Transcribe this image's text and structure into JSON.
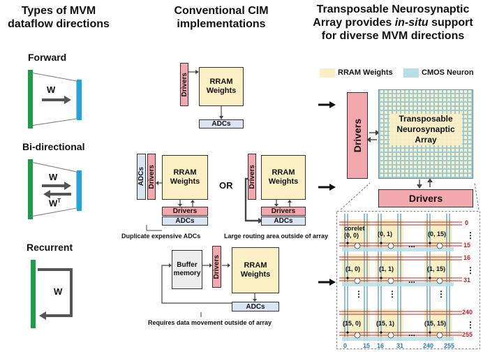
{
  "headers": {
    "col1": [
      "Types of MVM",
      "dataflow directions"
    ],
    "col2": [
      "Conventional CIM",
      "implementations"
    ],
    "col3_line1": "Transposable Neurosynaptic",
    "col3_line2": "Array provides ",
    "col3_italic": "in-situ",
    "col3_line2b": " support",
    "col3_line3": "for diverse MVM directions"
  },
  "rows": {
    "forward": "Forward",
    "bidirectional": "Bi-directional",
    "recurrent": "Recurrent"
  },
  "dataflow_labels": {
    "w": "W",
    "wt": "W",
    "wt_sup": "T"
  },
  "blocks": {
    "rram_line1": "RRAM",
    "rram_line2": "Weights",
    "drivers": "Drivers",
    "adcs": "ADCs",
    "buffer_line1": "Buffer",
    "buffer_line2": "memory",
    "or": "OR"
  },
  "captions": {
    "duplicate_adcs": "Duplicate expensive ADCs",
    "large_routing": "Large routing area outside of array",
    "data_movement": "Requires data movement outside of array"
  },
  "legend": {
    "rram": "RRAM Weights",
    "cmos": "CMOS Neuron",
    "rram_color": "#fbefc4",
    "cmos_color": "#b9dfe6"
  },
  "tna": {
    "line1": "Transposable",
    "line2": "Neurosynaptic",
    "line3": "Array",
    "drivers": "Drivers"
  },
  "zoom": {
    "corelets": [
      "corelet\n(0, 0)",
      "(0, 1)",
      "(0, 15)",
      "(1, 0)",
      "(1, 1)",
      "(1, 15)",
      "(15, 0)",
      "(15, 1)",
      "(15, 15)"
    ],
    "row_idx": [
      "0",
      "15",
      "16",
      "31",
      "240",
      "255"
    ],
    "col_idx": [
      "0",
      "15",
      "16",
      "31",
      "240",
      "255"
    ],
    "dots": "...",
    "vdots": "⋮"
  },
  "colors": {
    "green": "#1a9e48",
    "blue": "#1fa6e0",
    "red_idx": "#cc2222",
    "blue_idx": "#2a7fba"
  }
}
